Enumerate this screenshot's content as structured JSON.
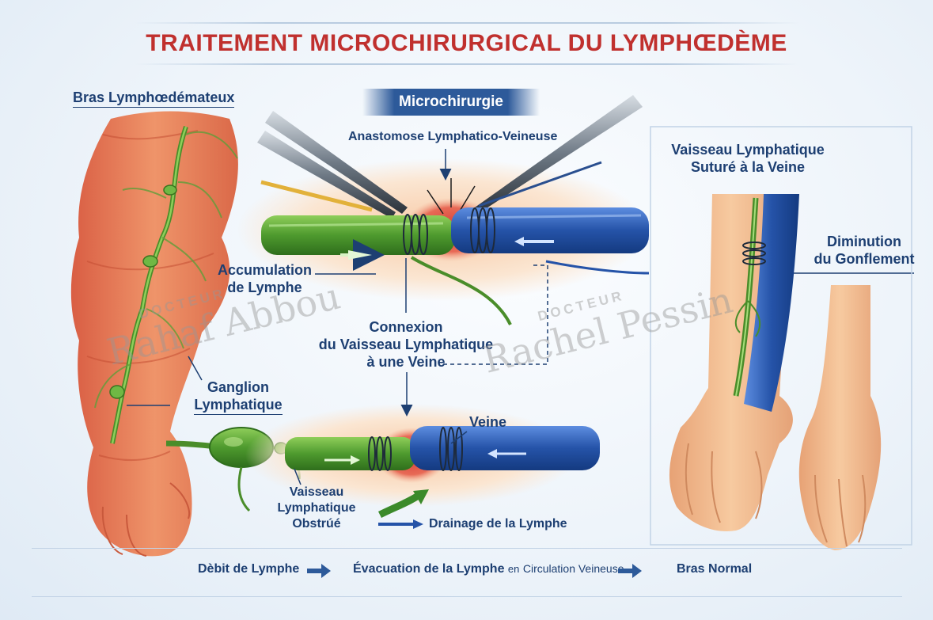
{
  "title": "TRAITEMENT MICROCHIRURGICAL DU LYMPHŒDÈME",
  "labels": {
    "bras_lymph": "Bras Lymphœdémateux",
    "microchirurgie": "Microchirurgie",
    "anastomose": "Anastomose Lymphatico-Veineuse",
    "accumulation_1": "Accumulation",
    "accumulation_2": "de Lymphe",
    "connexion_1": "Connexion",
    "connexion_2": "du Vaisseau Lymphatique",
    "connexion_3": "à une Veine",
    "ganglion_1": "Ganglion",
    "ganglion_2": "Lymphatique",
    "veine": "Veine",
    "obstrue_1": "Vaisseau",
    "obstrue_2": "Lymphatique",
    "obstrue_3": "Obstrúé",
    "drainage": "Drainage de la Lymphe",
    "suture_1": "Vaisseau Lymphatique",
    "suture_2": "Suturé à la Veine",
    "diminution_1": "Diminution",
    "diminution_2": "du Gonflement"
  },
  "watermarks": {
    "left_top": "DOCTEUR",
    "left_name": "Rahaf Abbou",
    "right_top": "DOCTEUR",
    "right_name": "Rachel Pessin"
  },
  "bottom": {
    "step1": "Dèbit de Lymphe",
    "step2_a": "Évacuation de la Lymphe",
    "step2_b": "en",
    "step2_c": "Circulation Veineuse",
    "step3": "Bras Normal"
  },
  "colors": {
    "title": "#c0302e",
    "label": "#1d3f72",
    "lymph_green": "#5da83a",
    "vein_blue": "#2553a8",
    "skin_inflamed": "#e8835c",
    "skin_normal": "#f2b98a"
  }
}
